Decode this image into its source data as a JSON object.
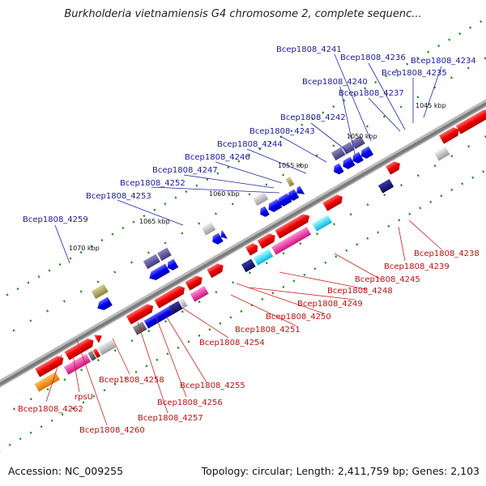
{
  "title": "Burkholderia vietnamiensis G4 chromosome 2, complete sequenc...",
  "footer": {
    "accession": "Accession: NC_009255",
    "summary": "Topology: circular; Length: 2,411,759 bp; Genes: 2,103"
  },
  "ticks": {
    "t1045": "1045 kbp",
    "t1050": "1050 kbp",
    "t1055": "1055 kbp",
    "t1060": "1060 kbp",
    "t1065": "1065 kbp",
    "t1070": "1070 kbp"
  },
  "upper_labels": {
    "g4241": "Bcep1808_4241",
    "g4236": "Bcep1808_4236",
    "g4234": "Bcep1808_4234",
    "g4235": "Bcep1808_4235",
    "g4240": "Bcep1808_4240",
    "g4237": "Bcep1808_4237",
    "g4242": "Bcep1808_4242",
    "g4243": "Bcep1808_4243",
    "g4244": "Bcep1808_4244",
    "g4246": "Bcep1808_4246",
    "g4247": "Bcep1808_4247",
    "g4252": "Bcep1808_4252",
    "g4253": "Bcep1808_4253",
    "g4259": "Bcep1808_4259"
  },
  "lower_labels": {
    "g4238": "Bcep1808_4238",
    "g4239": "Bcep1808_4239",
    "g4245": "Bcep1808_4245",
    "g4248": "Bcep1808_4248",
    "g4249": "Bcep1808_4249",
    "g4250": "Bcep1808_4250",
    "g4251": "Bcep1808_4251",
    "g4254": "Bcep1808_4254",
    "g4255": "Bcep1808_4255",
    "g4256": "Bcep1808_4256",
    "g4257": "Bcep1808_4257",
    "g4258": "Bcep1808_4258",
    "rpsU": "rpsU",
    "g4262": "Bcep1808_4262",
    "g4260": "Bcep1808_4260"
  },
  "colors": {
    "forward": "#ee1111",
    "reverse": "#1111ee",
    "label_upper": "#1a1aa0",
    "label_lower": "#c01010",
    "backbone": "#888888"
  }
}
